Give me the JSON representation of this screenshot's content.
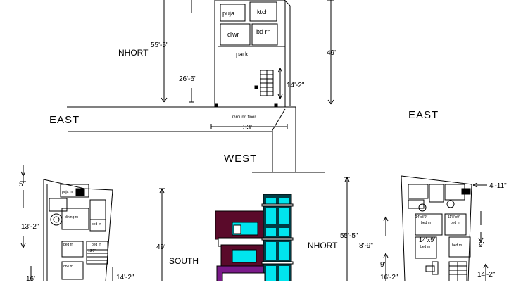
{
  "plan_top": {
    "rooms": {
      "puja": "puja",
      "kitchen": "ktch",
      "dlwr": "dlwr",
      "bed": "bd rn",
      "park": "park"
    },
    "floor_label": "Ground floor",
    "width_dim": "33'",
    "depth_dim": "49'",
    "left_dims": {
      "overall": "55'-5\"",
      "front": "26'-6\""
    },
    "stair_dim": "14'-2\""
  },
  "orientation": {
    "north": "NHORT",
    "east_left": "EAST",
    "west": "WEST",
    "east_right": "EAST",
    "south": "SOUTH"
  },
  "plan_left": {
    "rooms": [
      "puja rn",
      "dining rn",
      "bed rn",
      "bed rn",
      "bed rn",
      "drw rn"
    ],
    "dims": {
      "top": "5'",
      "mid": "13'-2\"",
      "stair": "14'-2\"",
      "bottom": "16'",
      "small": "13'0\""
    }
  },
  "elevation": {
    "height_dim": "49'"
  },
  "plan_right": {
    "rooms": [
      "bed rn",
      "bed rn",
      "bed rn",
      "14'x9'",
      "bed rn"
    ],
    "dims": {
      "overall": "55'-5\"",
      "d1": "8'-9\"",
      "d2": "9'",
      "d3": "16'-2\"",
      "d4": "9'",
      "d5": "14'-2\"",
      "side": "4'-11\"",
      "r1": "14'x8'9\"",
      "r2": "11'8\"x9'"
    }
  },
  "colors": {
    "line": "#000000",
    "glass": "#00e5ee",
    "wall_maroon": "#5a0a2a",
    "wall_purple": "#7a1a8a",
    "bg": "#ffffff"
  }
}
